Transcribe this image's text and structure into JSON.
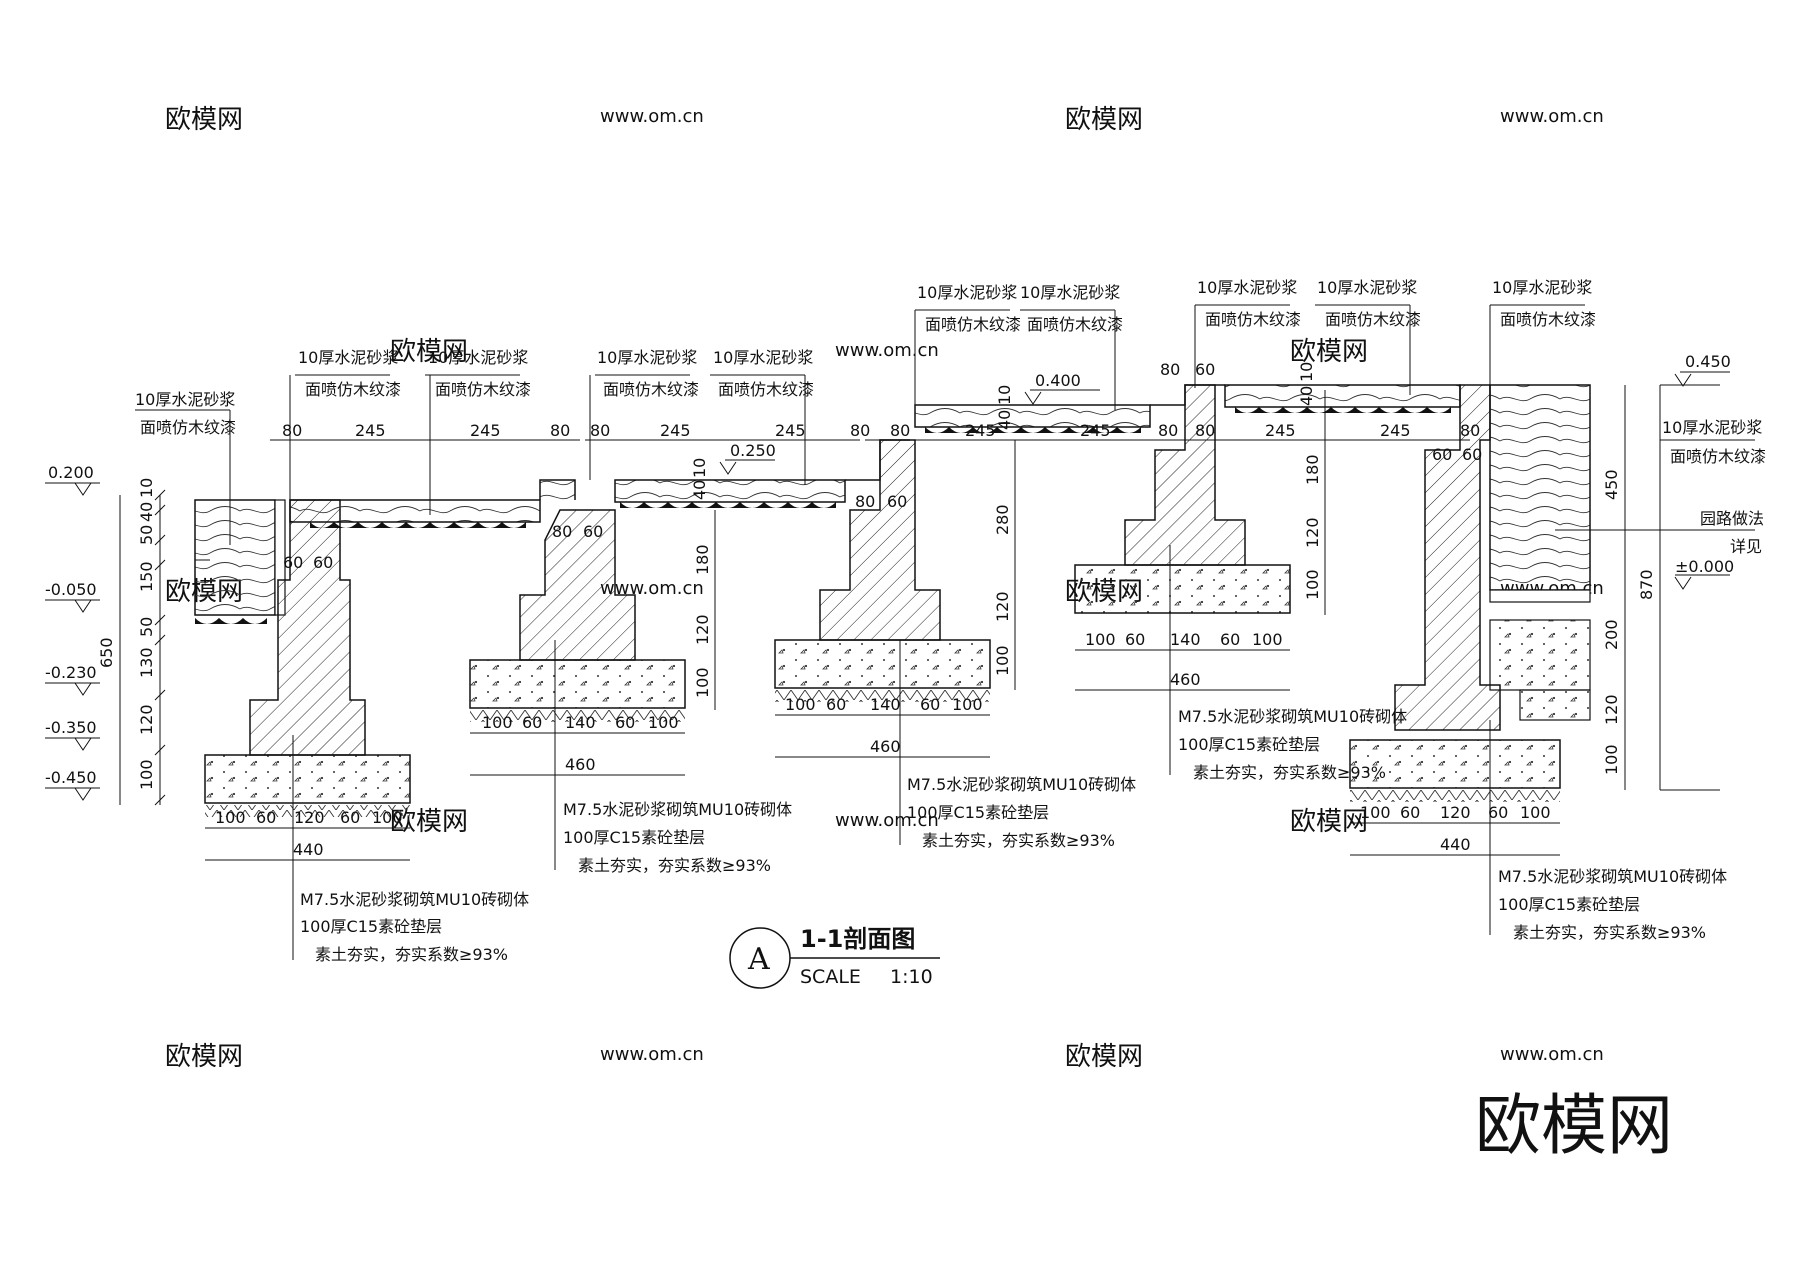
{
  "title": {
    "bubble": "A",
    "name": "1-1剖面图",
    "scale_label": "SCALE",
    "scale_value": "1:10"
  },
  "brand": "欧模网",
  "watermarks": {
    "brand": "欧模网",
    "url": "www.om.cn"
  },
  "finish_note": {
    "line1": "10厚水泥砂浆",
    "line2": "面喷仿木纹漆"
  },
  "side_note": {
    "line1": "园路做法",
    "line2": "详见"
  },
  "base_note": {
    "line1": "M7.5水泥砂浆砌筑MU10砖砌体",
    "line2": "100厚C15素砼垫层",
    "line3": "素土夯实，夯实系数≥93%"
  },
  "elevations": {
    "e0200": "0.200",
    "em0050": "-0.050",
    "em0230": "-0.230",
    "em0350": "-0.350",
    "em0450": "-0.450",
    "e0250": "0.250",
    "e0400": "0.400",
    "e0450": "0.450",
    "e0000": "±0.000"
  },
  "dimensions": {
    "left_stack": [
      "10",
      "40",
      "50",
      "150",
      "50",
      "130",
      "120",
      "100"
    ],
    "left_total": "650",
    "deck_spans": [
      "80",
      "245",
      "80",
      "245",
      "80"
    ],
    "footing_small": [
      "100",
      "60",
      "120",
      "60",
      "100"
    ],
    "footing_small_total": "440",
    "footing_mid": [
      "100",
      "60",
      "140",
      "60",
      "100"
    ],
    "footing_mid_total": "460",
    "step_offsets": [
      "80",
      "60"
    ],
    "pier_stack_a": [
      "180",
      "120",
      "100"
    ],
    "pier_stack_b": [
      "280",
      "120",
      "100"
    ],
    "deck_top": [
      "10",
      "40",
      "50"
    ],
    "right_stack": [
      "450",
      "200",
      "120",
      "100"
    ],
    "right_total": "870"
  }
}
